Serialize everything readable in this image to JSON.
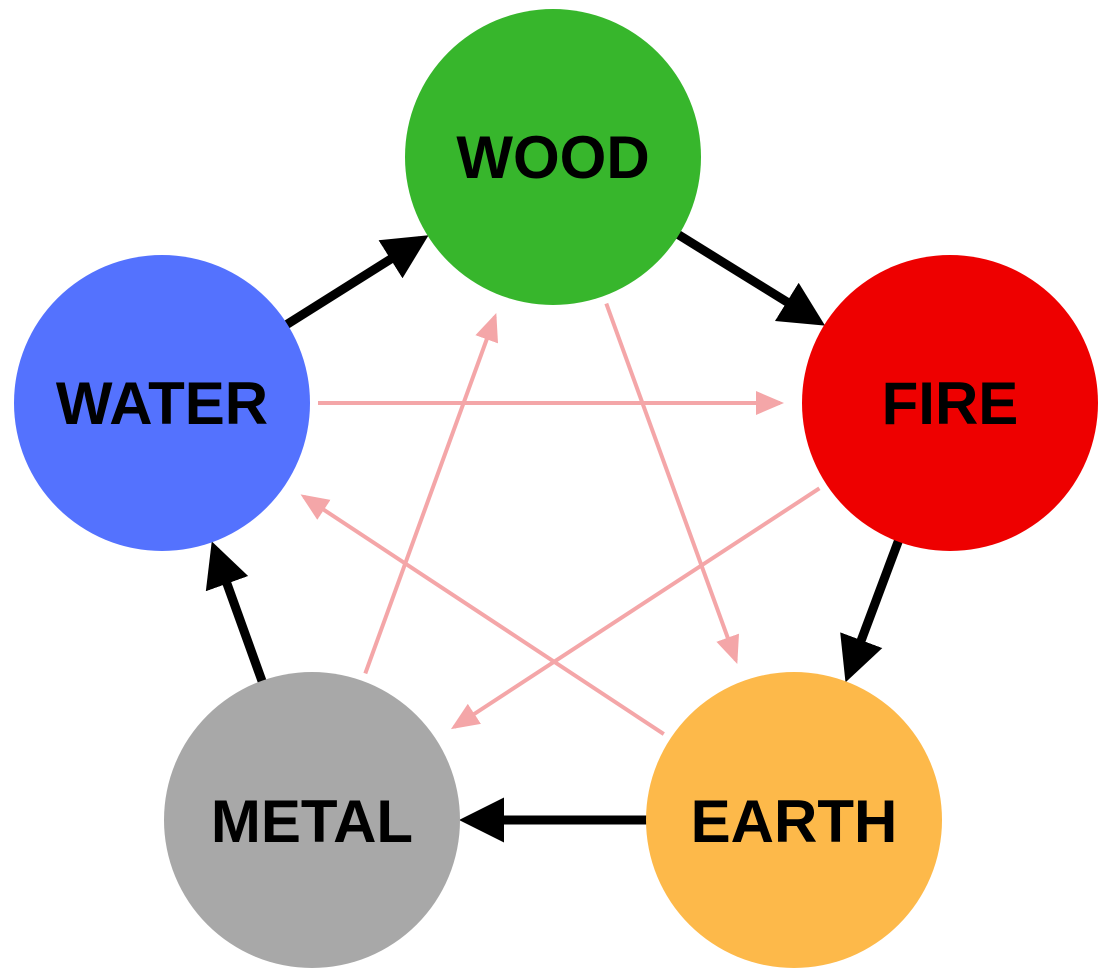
{
  "elements": [
    {
      "id": "wood",
      "label": "WOOD",
      "color": "#37B62C"
    },
    {
      "id": "fire",
      "label": "FIRE",
      "color": "#EE0000"
    },
    {
      "id": "earth",
      "label": "EARTH",
      "color": "#FDB94A"
    },
    {
      "id": "metal",
      "label": "METAL",
      "color": "#A8A8A8"
    },
    {
      "id": "water",
      "label": "WATER",
      "color": "#5472FE"
    }
  ],
  "generating_cycle": [
    {
      "from": "water",
      "to": "wood"
    },
    {
      "from": "wood",
      "to": "fire"
    },
    {
      "from": "fire",
      "to": "earth"
    },
    {
      "from": "earth",
      "to": "metal"
    },
    {
      "from": "metal",
      "to": "water"
    }
  ],
  "controlling_cycle": [
    {
      "from": "water",
      "to": "fire"
    },
    {
      "from": "fire",
      "to": "metal"
    },
    {
      "from": "metal",
      "to": "wood"
    },
    {
      "from": "wood",
      "to": "earth"
    },
    {
      "from": "earth",
      "to": "water"
    }
  ],
  "colors": {
    "generating_arrow": "#000000",
    "controlling_arrow": "#F4A6A8",
    "label_text": "#000000"
  }
}
